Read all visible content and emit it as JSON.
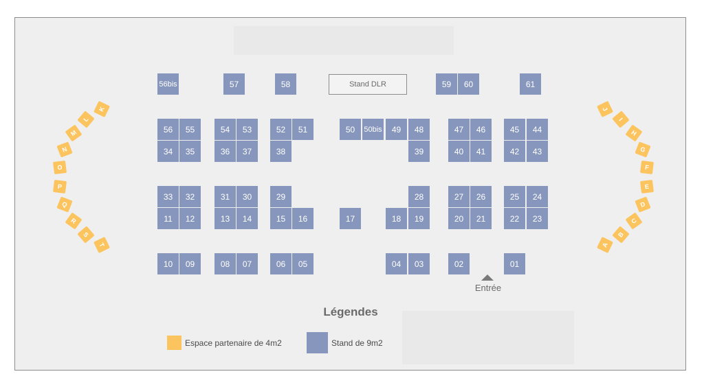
{
  "colors": {
    "stand": "#8796bc",
    "partner": "#fcc45f",
    "background": "#efefef",
    "border": "#8c8c8c"
  },
  "special_stand": {
    "label": "Stand DLR"
  },
  "entrance": {
    "label": "Entrée",
    "icon": "triangle-up-icon"
  },
  "legend": {
    "title": "Légendes",
    "items": [
      {
        "label": "Espace partenaire de 4m2",
        "color": "#fcc45f"
      },
      {
        "label": "Stand de 9m2",
        "color": "#8796bc"
      }
    ]
  },
  "stands": [
    "56bis",
    "57",
    "58",
    "59",
    "60",
    "61",
    "56",
    "55",
    "54",
    "53",
    "52",
    "51",
    "50",
    "50bis",
    "49",
    "48",
    "47",
    "46",
    "45",
    "44",
    "34",
    "35",
    "36",
    "37",
    "38",
    "39",
    "40",
    "41",
    "42",
    "43",
    "33",
    "32",
    "31",
    "30",
    "29",
    "28",
    "27",
    "26",
    "25",
    "24",
    "11",
    "12",
    "13",
    "14",
    "15",
    "16",
    "17",
    "18",
    "19",
    "20",
    "21",
    "22",
    "23",
    "10",
    "09",
    "08",
    "07",
    "06",
    "05",
    "04",
    "03",
    "02",
    "01"
  ],
  "partners_left": [
    "K",
    "L",
    "M",
    "N",
    "O",
    "P",
    "Q",
    "R",
    "S",
    "T"
  ],
  "partners_right": [
    "J",
    "I",
    "H",
    "G",
    "F",
    "E",
    "D",
    "C",
    "B",
    "A"
  ]
}
